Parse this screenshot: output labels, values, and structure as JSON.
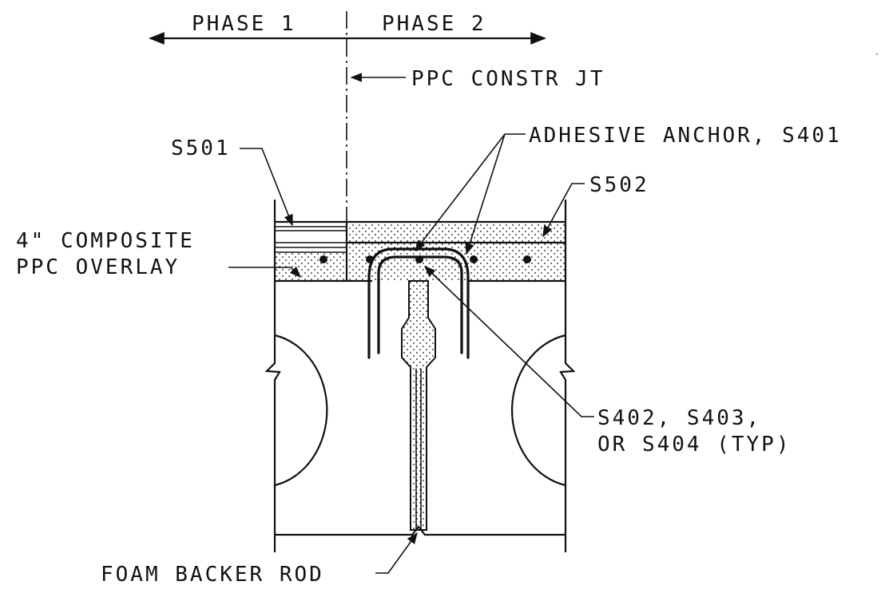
{
  "labels": {
    "phase_1": "PHASE 1",
    "phase_2": "PHASE 2",
    "ppc_constr_jt": "PPC CONSTR JT",
    "adhesive_anchor": "ADHESIVE ANCHOR, S401",
    "s501": "S501",
    "s502": "S502",
    "composite_overlay_line1": "4\" COMPOSITE",
    "composite_overlay_line2": "PPC OVERLAY",
    "bars_line1": "S402, S403,",
    "bars_line2": "OR S404 (TYP)",
    "foam_backer_rod": "FOAM BACKER ROD"
  },
  "colors": {
    "ink": "#111111",
    "background": "#ffffff"
  }
}
